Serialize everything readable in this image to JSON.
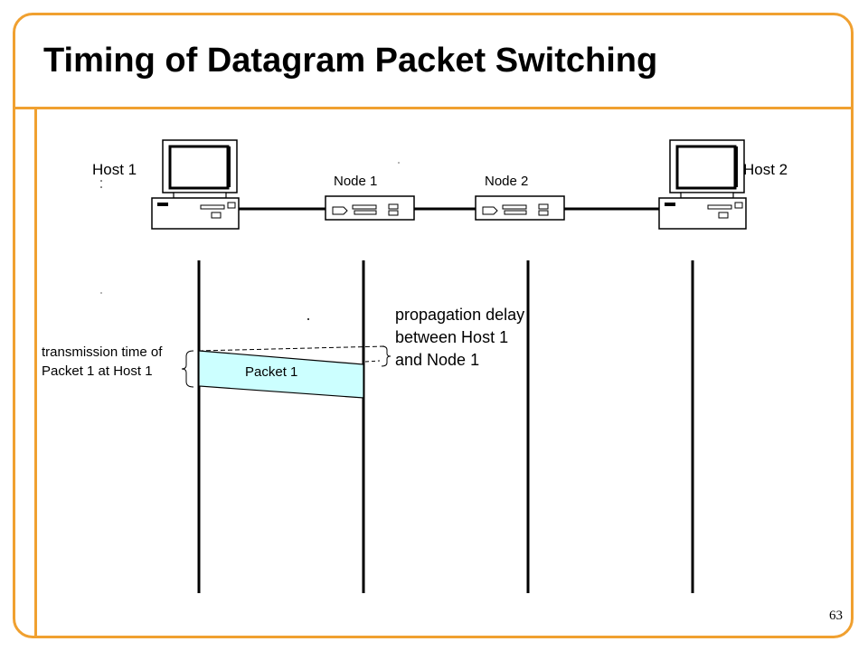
{
  "slide": {
    "title": "Timing of Datagram Packet Switching",
    "page_number": "63",
    "accent_color": "#F0A030"
  },
  "network": {
    "host1_label": "Host 1",
    "host2_label": "Host 2",
    "node1_label": "Node 1",
    "node2_label": "Node 2",
    "host_icon": "desktop-computer-icon",
    "node_icon": "network-switch-icon"
  },
  "timing": {
    "packet_label": "Packet 1",
    "packet_fill": "#CCFFFF",
    "transmission_note": "transmission time of Packet 1 at Host 1",
    "propagation_note": "propagation delay between Host 1 and Node 1"
  }
}
